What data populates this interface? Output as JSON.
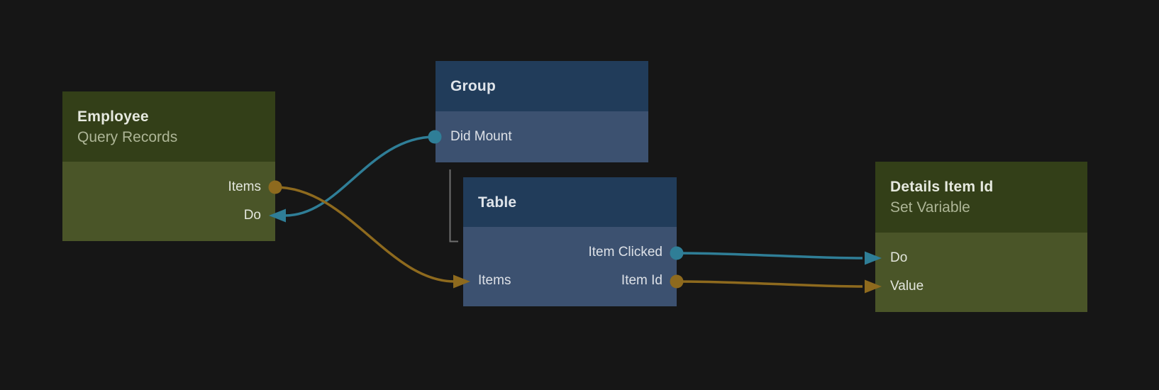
{
  "canvas": {
    "background": "#161616"
  },
  "colors": {
    "green_header": "#333f18",
    "green_body": "#4a5528",
    "blue_header": "#213c5a",
    "blue_body": "#3c5170",
    "teal": "#2f7e97",
    "gold": "#8e6a1e",
    "hierarchy_line": "#6f6f6f",
    "title_text": "#e6e9df",
    "subtitle_text": "#adb596",
    "port_label_text": "#e3e6dd"
  },
  "nodes": [
    {
      "id": "employee",
      "title": "Employee",
      "subtitle": "Query Records",
      "scheme": "green",
      "rows": [
        {
          "right": {
            "label": "Items",
            "connector": "circle-port",
            "color": "gold"
          }
        },
        {
          "right": {
            "label": "Do",
            "connector": "arrow-in-port",
            "color": "teal"
          }
        }
      ]
    },
    {
      "id": "group",
      "title": "Group",
      "scheme": "blue",
      "rows": [
        {
          "left": {
            "label": "Did Mount",
            "connector": "circle-port",
            "color": "teal"
          }
        }
      ]
    },
    {
      "id": "table",
      "title": "Table",
      "scheme": "blue",
      "rows": [
        {
          "right": {
            "label": "Item Clicked",
            "connector": "circle-port",
            "color": "teal"
          }
        },
        {
          "left": {
            "label": "Items",
            "connector": "arrow-in-port",
            "color": "gold"
          },
          "right": {
            "label": "Item Id",
            "connector": "circle-port",
            "color": "gold"
          }
        }
      ]
    },
    {
      "id": "details",
      "title": "Details Item Id",
      "subtitle": "Set Variable",
      "scheme": "green",
      "rows": [
        {
          "left": {
            "label": "Do",
            "connector": "arrow-in-port",
            "color": "teal"
          }
        },
        {
          "left": {
            "label": "Value",
            "connector": "arrow-in-port",
            "color": "gold"
          }
        }
      ]
    }
  ],
  "wires": [
    {
      "from": "group.did-mount",
      "to": "employee.do",
      "color": "teal"
    },
    {
      "from": "employee.items",
      "to": "table.items",
      "color": "gold"
    },
    {
      "from": "table.item-clicked",
      "to": "details.do",
      "color": "teal"
    },
    {
      "from": "table.item-id",
      "to": "details.value",
      "color": "gold"
    }
  ],
  "hierarchy": {
    "parent": "group",
    "child": "table"
  }
}
